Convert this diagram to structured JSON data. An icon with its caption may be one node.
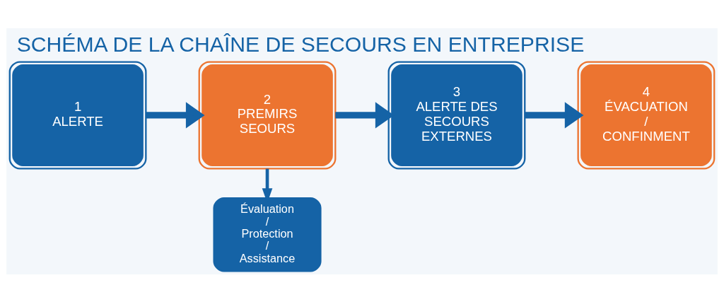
{
  "diagram": {
    "title": "SCHÉMA DE LA CHAÎNE DE SECOURS EN ENTREPRISE",
    "nodes": [
      {
        "text": [
          "1",
          "ALERTE"
        ]
      },
      {
        "text": [
          "2",
          "PREMIRS SEOURS"
        ]
      },
      {
        "text": [
          "3",
          "ALERTE DES SECOURS EXTERNES"
        ]
      },
      {
        "text": [
          "4",
          "ÉVACUATION / CONFINMENT"
        ]
      },
      {
        "text": [
          "Évaluation / Protection / Assistance"
        ]
      }
    ],
    "edges": [
      {
        "from": 0,
        "to": 1,
        "arrow": "to"
      },
      {
        "from": 1,
        "to": 2,
        "arrow": "to"
      },
      {
        "from": 2,
        "to": 3,
        "arrow": "to"
      },
      {
        "from": 1,
        "to": 4,
        "arrow": "to"
      }
    ]
  }
}
